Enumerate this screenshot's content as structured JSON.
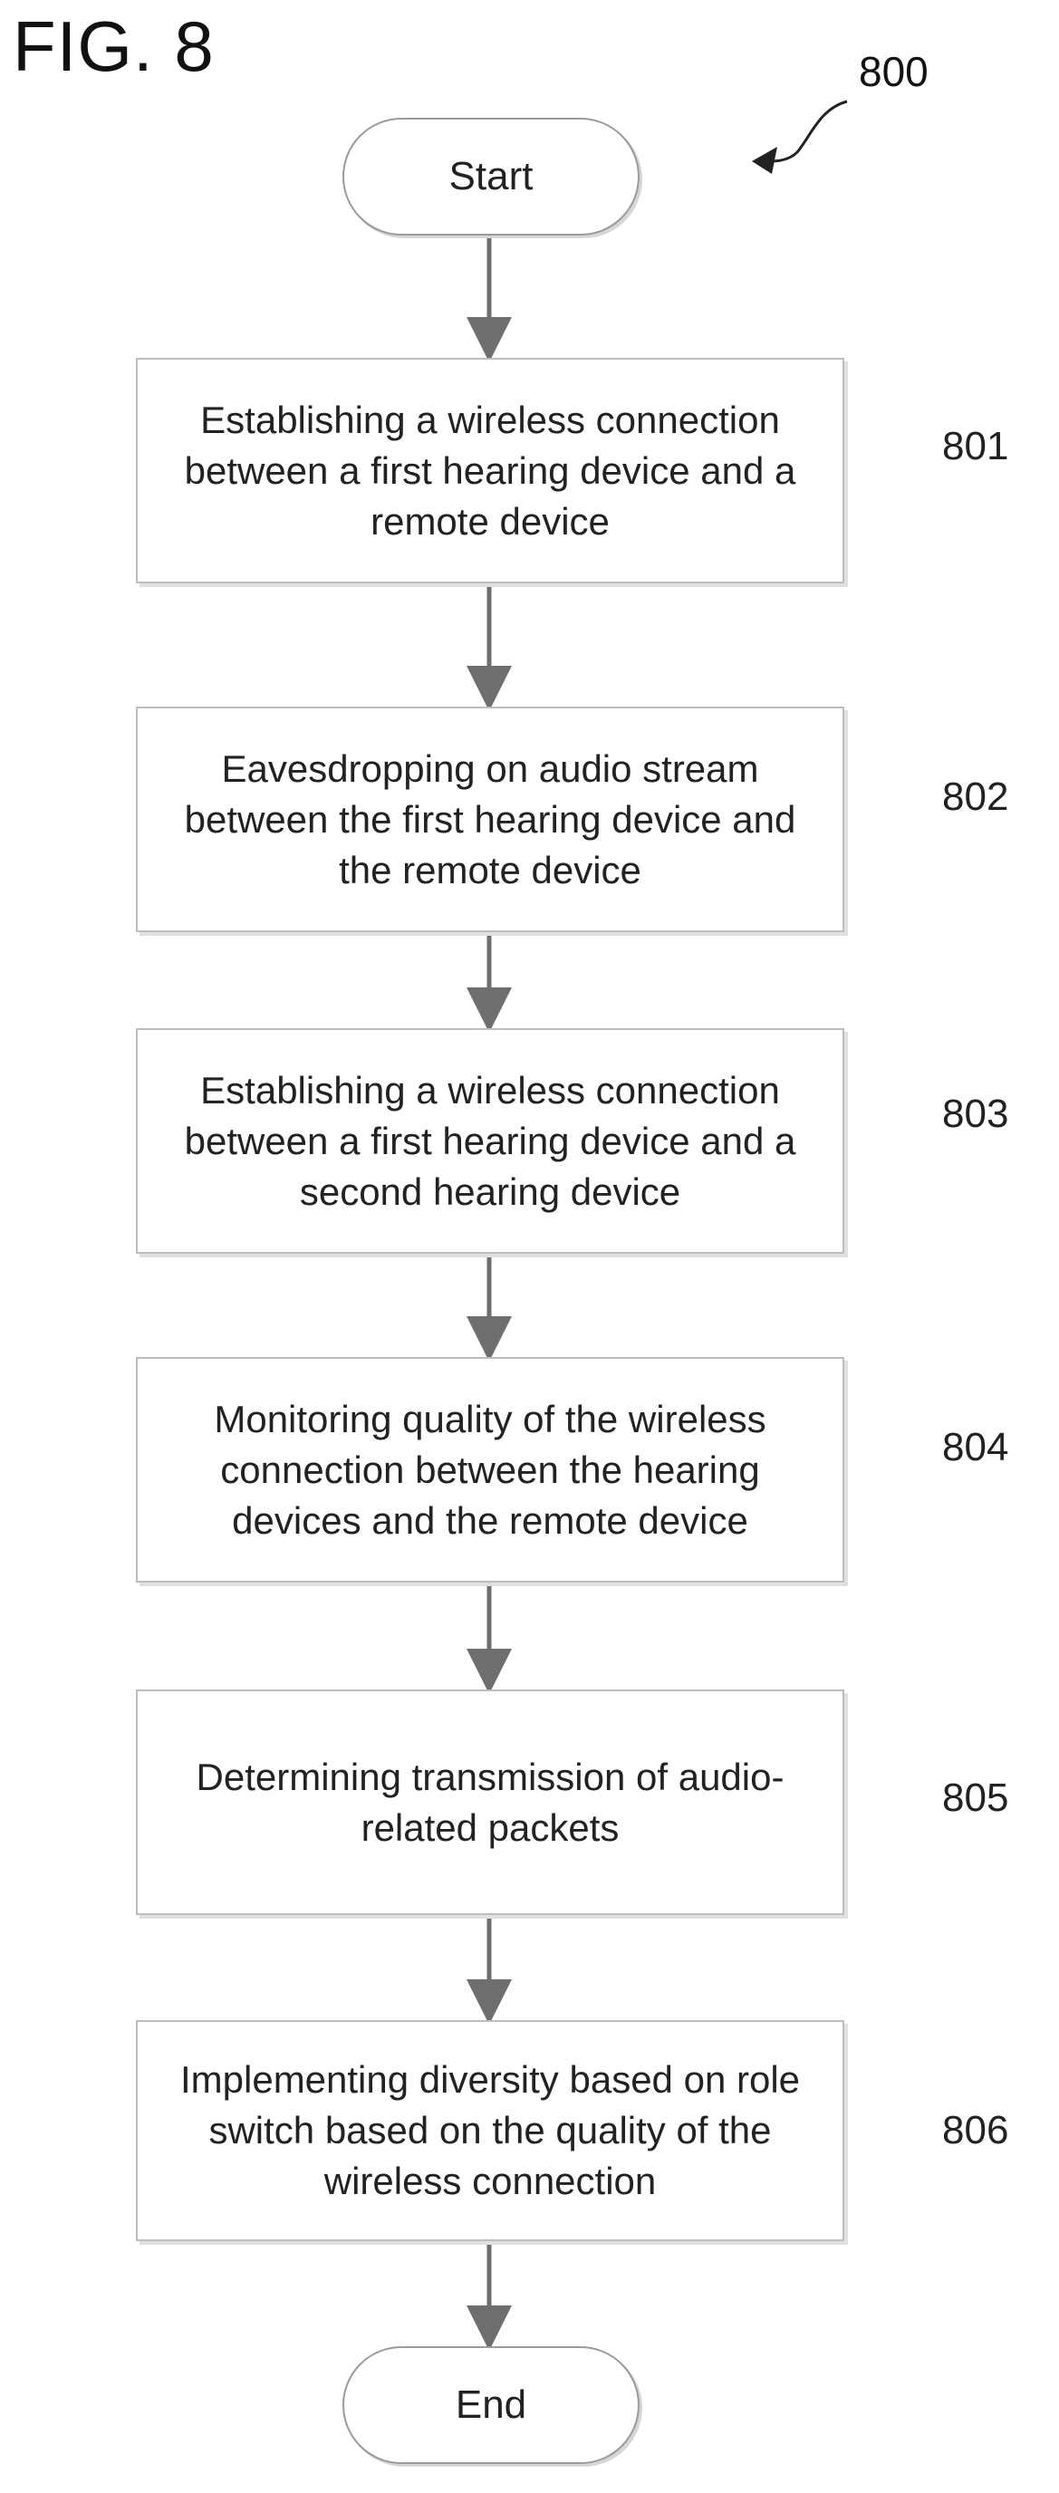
{
  "figure_title": "FIG. 8",
  "diagram_ref": "800",
  "start_label": "Start",
  "end_label": "End",
  "steps": [
    {
      "ref": "801",
      "text": "Establishing a wireless connection between a first hearing device and a remote device"
    },
    {
      "ref": "802",
      "text": "Eavesdropping on audio stream between the first hearing device and the remote device"
    },
    {
      "ref": "803",
      "text": "Establishing a wireless connection between a first hearing device and a second hearing device"
    },
    {
      "ref": "804",
      "text": "Monitoring quality of the wireless connection between the hearing devices and the remote device"
    },
    {
      "ref": "805",
      "text": "Determining transmission of audio-related packets"
    },
    {
      "ref": "806",
      "text": "Implementing diversity based on role switch based on the quality of the wireless connection"
    }
  ]
}
